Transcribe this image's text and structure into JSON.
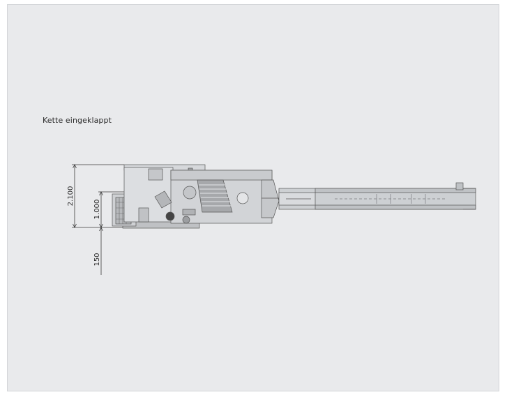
{
  "caption": "Kette eingeklappt",
  "dimensions": {
    "overall_height": "2.100",
    "hopper_height": "1.000",
    "ground_clearance": "150"
  }
}
